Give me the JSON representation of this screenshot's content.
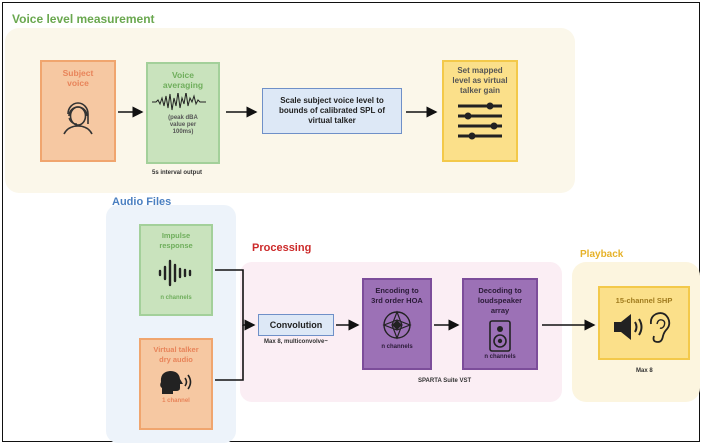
{
  "sections": {
    "voice": "Voice level measurement",
    "audio": "Audio Files",
    "processing": "Processing",
    "playback": "Playback"
  },
  "nodes": {
    "subject_voice": "Subject voice",
    "voice_averaging": "Voice averaging",
    "voice_averaging_note": "(peak dBA value per 100ms)",
    "interval_output": "5s interval output",
    "scale_voice": "Scale subject voice level to bounds of calibrated SPL of virtual talker",
    "set_gain": "Set mapped level as virtual talker gain",
    "impulse": "Impulse response",
    "impulse_channels": "n channels",
    "talker_audio": "Virtual talker dry audio",
    "talker_channels": "1 channel",
    "convolution": "Convolution",
    "convolution_note": "Max 8, multiconvolve~",
    "encoding": "Encoding to 3rd order HOA",
    "encoding_channels": "n channels",
    "decoding": "Decoding to loudspeaker array",
    "decoding_channels": "n channels",
    "sparta": "SPARTA Suite VST",
    "playback_system": "15-channel SHP",
    "playback_note": "Max 8"
  },
  "colors": {
    "voice_bg": "#fbf7ea",
    "audio_bg": "#edf3fa",
    "processing_bg": "#fbeef4",
    "playback_bg": "#fcf5df",
    "orange_fill": "#f6c8a2",
    "orange_border": "#f0a56e",
    "orange_text": "#e8845a",
    "green_fill": "#c9e3bd",
    "green_border": "#a3d09a",
    "green_text": "#6fae5c",
    "blue_fill": "#dde8f6",
    "blue_border": "#6f90c8",
    "yellow_fill": "#fbe08a",
    "yellow_border": "#f3c94a",
    "purple_fill": "#9c71b6",
    "purple_border": "#7c4d9a",
    "voice_title": "#6aa84f",
    "audio_title": "#4a7fc1",
    "processing_title": "#cc2a2a",
    "playback_title": "#e6b229"
  },
  "icons": [
    "person-headset-icon",
    "waveform-icon",
    "sliders-icon",
    "soundwave-icon",
    "speaking-head-icon",
    "hoa-sphere-icon",
    "loudspeaker-icon",
    "speaker-ear-icon"
  ]
}
